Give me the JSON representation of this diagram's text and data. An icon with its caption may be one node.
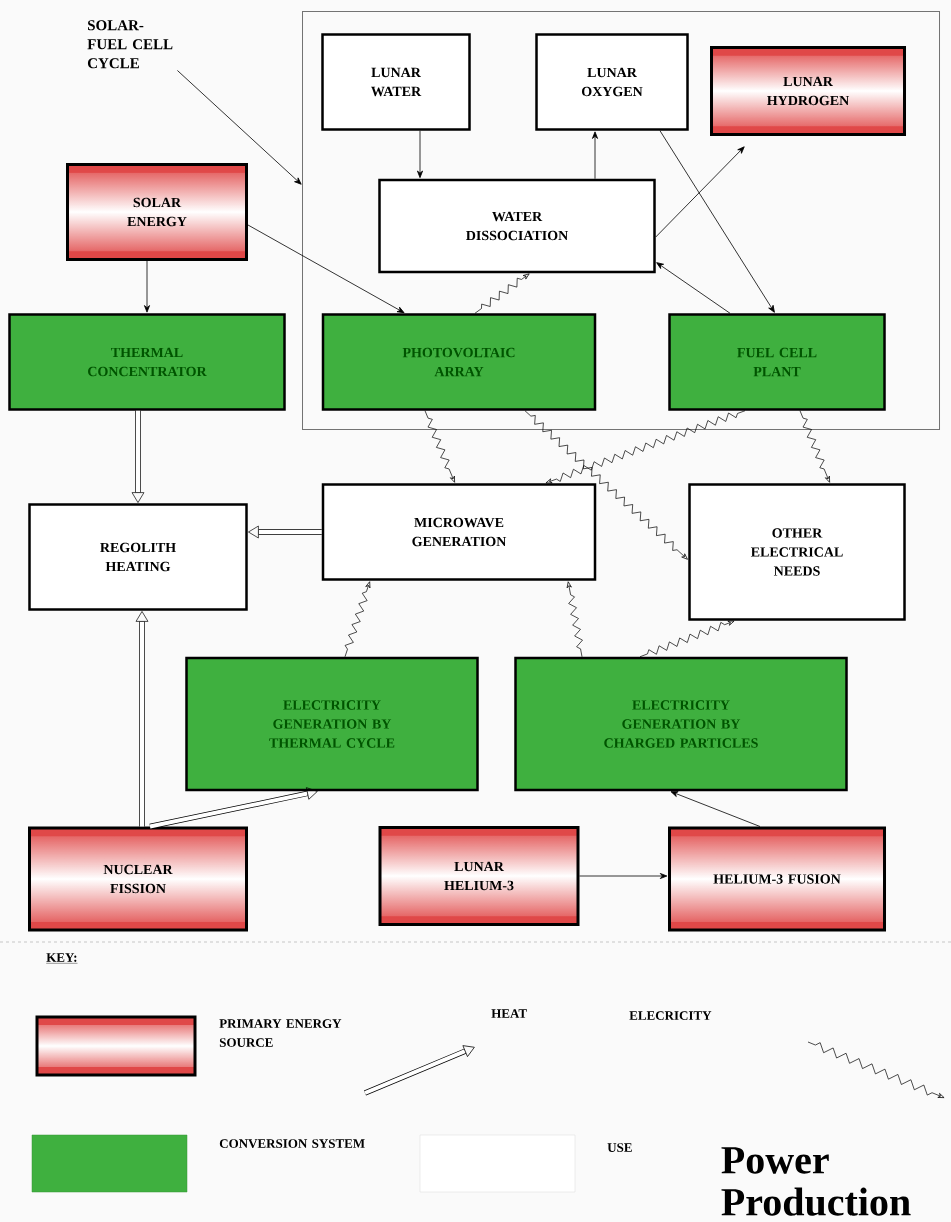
{
  "diagram": {
    "title": "Power Production",
    "nodes": [
      {
        "text": [
          "SOLAR-FUEL CELL CYCLE"
        ]
      },
      {
        "text": [],
        "shape": "box"
      },
      {
        "text": [
          "LUNAR WATER"
        ],
        "in": 1
      },
      {
        "text": [
          "LUNAR OXYGEN"
        ],
        "in": 1
      },
      {
        "text": [
          "LUNAR HYDROGEN"
        ],
        "in": 1
      },
      {
        "text": [
          "SOLAR ENERGY"
        ]
      },
      {
        "text": [
          "WATER DISSOCIATION"
        ],
        "in": 1
      },
      {
        "text": [
          "THERMAL CONCENTRATOR"
        ]
      },
      {
        "text": [
          "PHOTOVOLTAIC ARRAY"
        ],
        "in": 1
      },
      {
        "text": [
          "FUEL CELL PLANT"
        ],
        "in": 1
      },
      {
        "text": [
          "REGOLITH HEATING"
        ]
      },
      {
        "text": [
          "MICROWAVE GENERATION"
        ]
      },
      {
        "text": [
          "OTHER ELECTRICAL NEEDS"
        ]
      },
      {
        "text": [
          "ELECTRICITY GENERATION BY THERMAL CYCLE"
        ]
      },
      {
        "text": [
          "ELECTRICITY GENERATION BY CHARGED PARTICLES"
        ]
      },
      {
        "text": [
          "NUCLEAR FISSION"
        ]
      },
      {
        "text": [
          "LUNAR HELIUM-3"
        ]
      },
      {
        "text": [
          "HELIUM-3 FUSION"
        ]
      }
    ],
    "edges": [
      {
        "from": 0,
        "to": 1,
        "arrow": "to"
      },
      {
        "from": 2,
        "to": 6,
        "arrow": "to"
      },
      {
        "from": 6,
        "to": 3,
        "arrow": "to"
      },
      {
        "from": 6,
        "to": 4,
        "arrow": "to"
      },
      {
        "from": 9,
        "to": 6,
        "arrow": "to"
      },
      {
        "from": 3,
        "to": 9,
        "arrow": "to"
      },
      {
        "from": 5,
        "to": 7,
        "arrow": "to"
      },
      {
        "from": 5,
        "to": 8,
        "arrow": "to"
      },
      {
        "from": 8,
        "to": 6,
        "arrow": "to"
      },
      {
        "from": 8,
        "to": 11,
        "arrow": "to"
      },
      {
        "from": 8,
        "to": 12,
        "arrow": "to"
      },
      {
        "from": 9,
        "to": 11,
        "arrow": "to"
      },
      {
        "from": 9,
        "to": 12,
        "arrow": "to"
      },
      {
        "from": 13,
        "to": 11,
        "arrow": "to"
      },
      {
        "from": 14,
        "to": 11,
        "arrow": "to"
      },
      {
        "from": 14,
        "to": 12,
        "arrow": "to"
      },
      {
        "from": 7,
        "to": 10,
        "arrow": "to",
        "style": "thick"
      },
      {
        "from": 11,
        "to": 10,
        "arrow": "to",
        "style": "thick"
      },
      {
        "from": 15,
        "to": 10,
        "arrow": "to",
        "style": "thick"
      },
      {
        "from": 15,
        "to": 13,
        "arrow": "to",
        "style": "thick"
      },
      {
        "from": 16,
        "to": 17,
        "arrow": "to"
      },
      {
        "from": 17,
        "to": 14,
        "arrow": "to"
      }
    ],
    "labels": [
      "KEY:"
    ],
    "legend": [
      {
        "text": "PRIMARY ENERGY SOURCE",
        "color": "#e04848"
      },
      {
        "text": "HEAT"
      },
      {
        "text": "ELECRICITY"
      },
      {
        "text": "CONVERSION SYSTEM",
        "color": "#3fb03f"
      },
      {
        "text": "USE",
        "color": "#ffffff"
      }
    ]
  }
}
